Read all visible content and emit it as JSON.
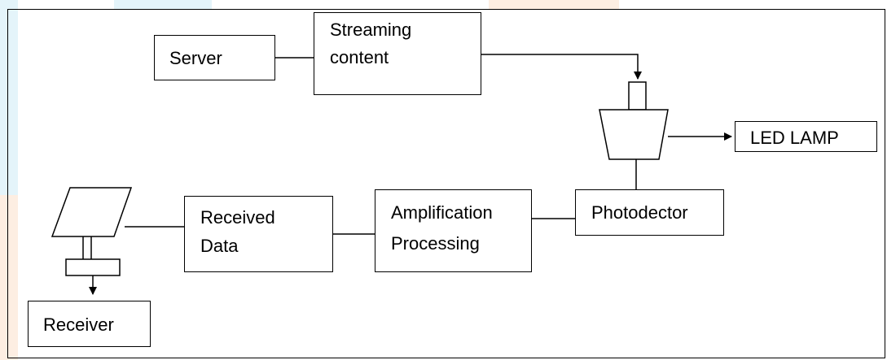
{
  "diagram": {
    "nodes": {
      "server": "Server",
      "streaming_line1": "Streaming",
      "streaming_line2": "content",
      "led_lamp": "LED LAMP",
      "photodetector": "Photodector",
      "amplification_line1": "Amplification",
      "amplification_line2": "Processing",
      "received_line1": "Received",
      "received_line2": "Data",
      "receiver": "Receiver"
    },
    "edges": [
      {
        "from": "server",
        "to": "streaming-content"
      },
      {
        "from": "streaming-content",
        "to": "connector-plug",
        "arrow": true
      },
      {
        "from": "trapezoid-device",
        "to": "led-lamp",
        "arrow": true
      },
      {
        "from": "trapezoid-device",
        "to": "photodetector"
      },
      {
        "from": "photodetector",
        "to": "amplification-processing"
      },
      {
        "from": "amplification-processing",
        "to": "received-data"
      },
      {
        "from": "received-data",
        "to": "solar-panel-receiver"
      },
      {
        "from": "receiver-stand",
        "to": "receiver",
        "arrow": true
      }
    ],
    "colors": {
      "line": "#000000",
      "box_fill": "#ffffff",
      "bg_stripe_blue": "#e6f6fb",
      "bg_stripe_orange": "#fdefe4"
    }
  }
}
